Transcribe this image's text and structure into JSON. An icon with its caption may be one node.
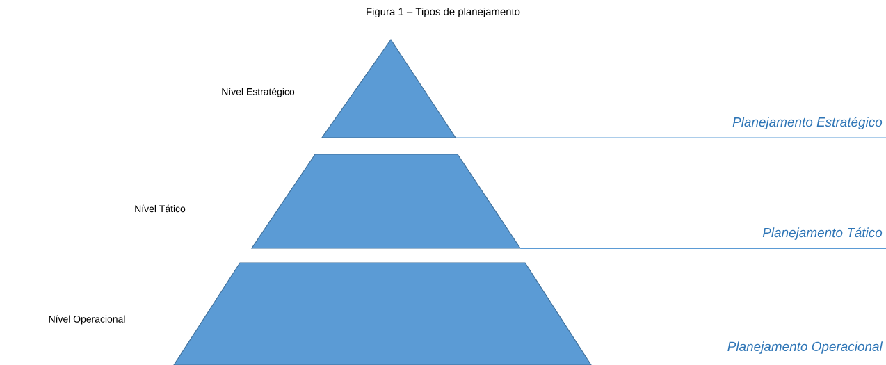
{
  "diagram": {
    "title": "Figura 1 – Tipos de planejamento",
    "nodes": [
      {
        "text": [],
        "shape": "triangle"
      },
      {
        "text": [
          "Planejamento Estratégico"
        ]
      },
      {
        "text": [],
        "shape": "trapezoid"
      },
      {
        "text": [
          "Planejamento Tático"
        ]
      },
      {
        "text": [],
        "shape": "trapezoid"
      }
    ],
    "edges": [
      {
        "from": 0,
        "to": 1,
        "arrow": "none"
      },
      {
        "from": 2,
        "to": 3,
        "arrow": "none"
      }
    ],
    "labels": [
      "Nível Estratégico",
      "Nível Tático",
      "Nível Operacional",
      "Planejamento Operacional"
    ]
  }
}
